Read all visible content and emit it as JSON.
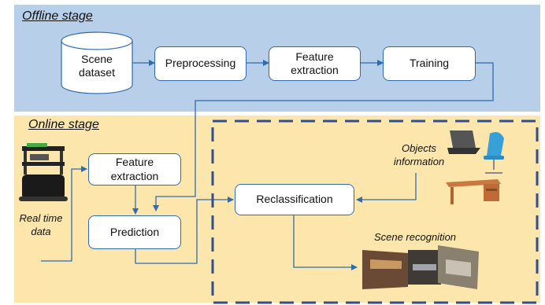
{
  "offline": {
    "title": "Offline stage",
    "dataset": [
      "Scene",
      "dataset"
    ],
    "preprocessing": "Preprocessing",
    "feature": [
      "Feature",
      "extraction"
    ],
    "training": "Training"
  },
  "online": {
    "title": "Online stage",
    "feature": [
      "Feature",
      "extraction"
    ],
    "prediction": "Prediction",
    "reclassification": "Reclassification",
    "realtime": [
      "Real time",
      "data"
    ],
    "objects": [
      "Objects",
      "information"
    ],
    "scene_recognition": "Scene recognition"
  },
  "colors": {
    "offline_bg": "#b7cfe9",
    "online_bg": "#fce6ab",
    "arrow": "#2e6bb3",
    "dashed": "#2f4f8f"
  }
}
